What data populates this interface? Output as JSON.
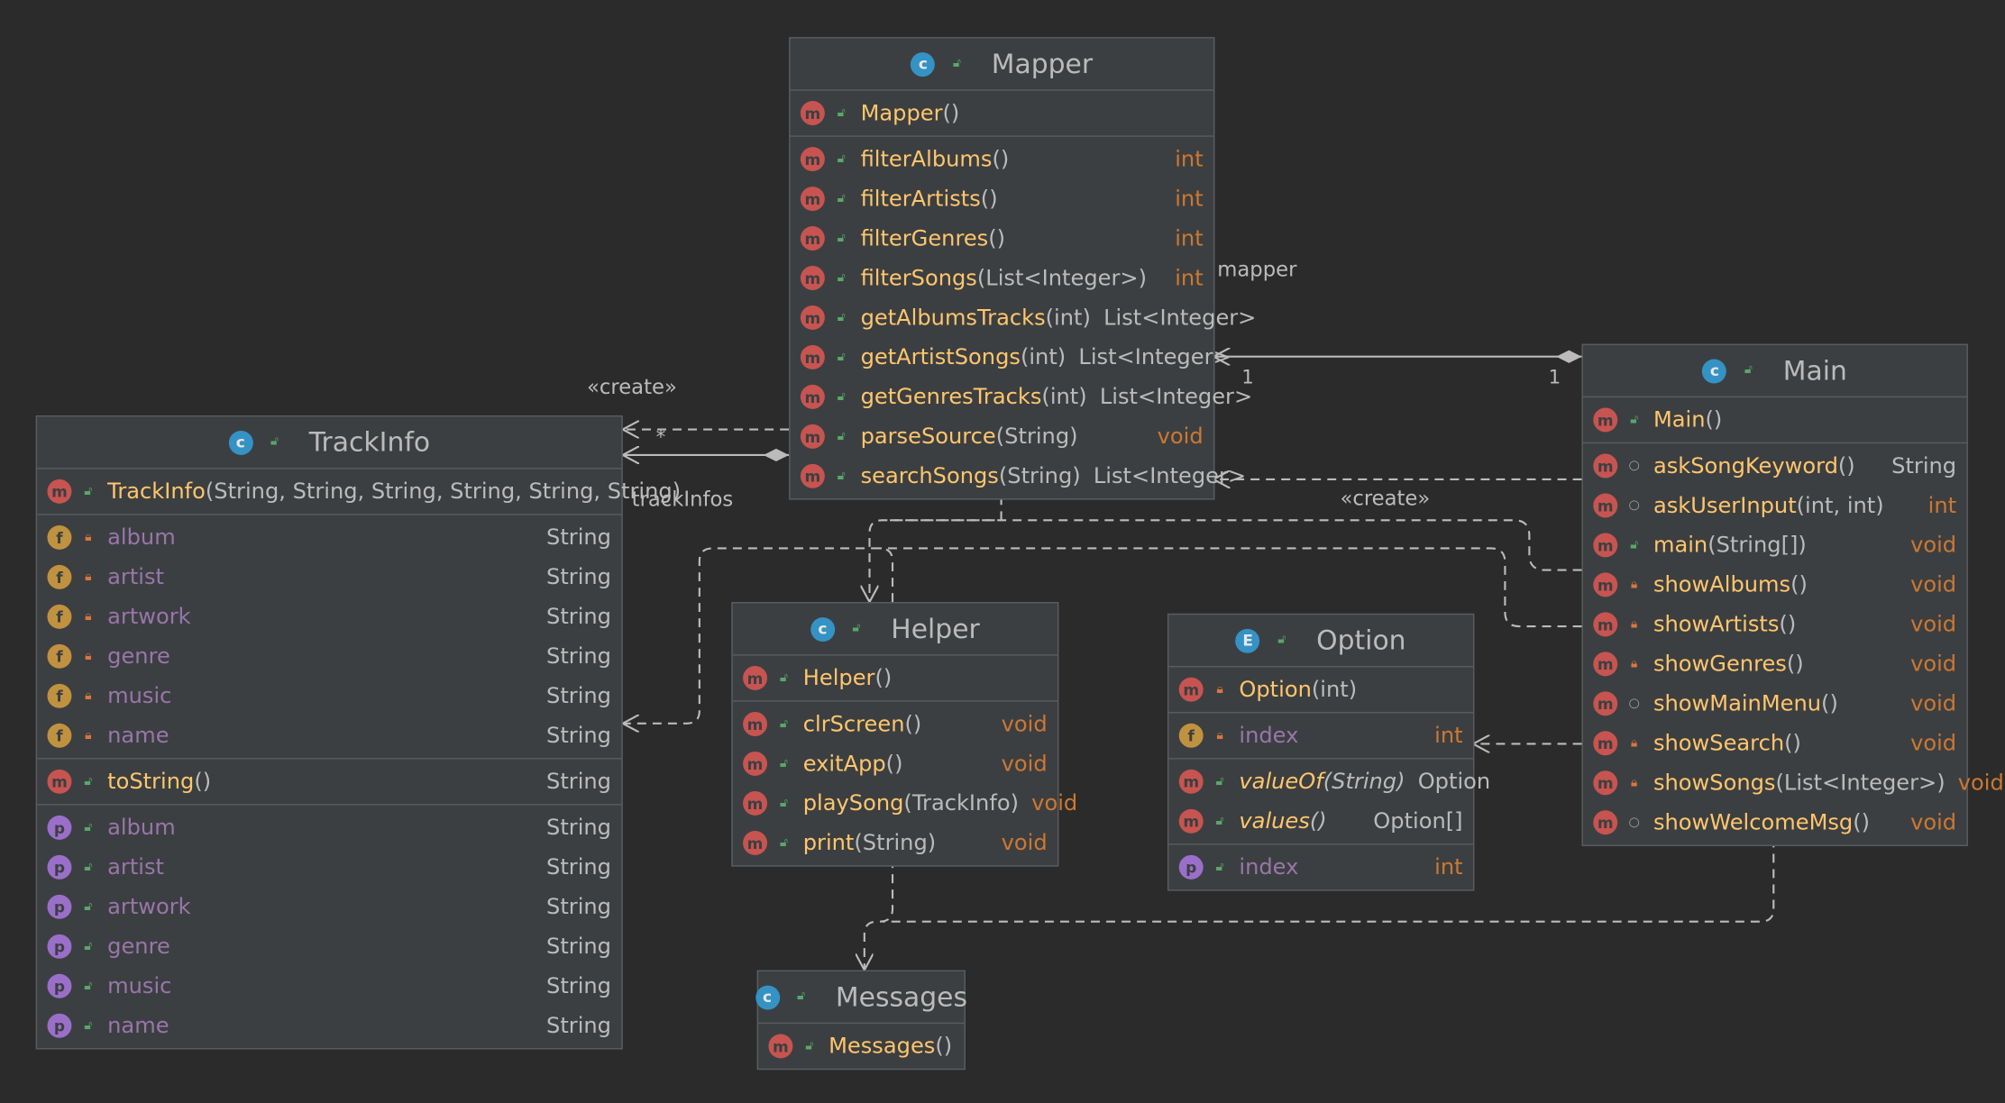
{
  "classes": {
    "mapper": {
      "name": "Mapper",
      "kind_icon": "class-icon",
      "constructors": [
        {
          "name": "Mapper",
          "params": "()"
        }
      ],
      "methods": [
        {
          "name": "filterAlbums",
          "params": "()",
          "type": "int"
        },
        {
          "name": "filterArtists",
          "params": "()",
          "type": "int"
        },
        {
          "name": "filterGenres",
          "params": "()",
          "type": "int"
        },
        {
          "name": "filterSongs",
          "params": "(List<Integer>)",
          "type": "int"
        },
        {
          "name": "getAlbumsTracks",
          "params": "(int)",
          "type": "List<Integer>"
        },
        {
          "name": "getArtistSongs",
          "params": "(int)",
          "type": "List<Integer>"
        },
        {
          "name": "getGenresTracks",
          "params": "(int)",
          "type": "List<Integer>"
        },
        {
          "name": "parseSource",
          "params": "(String)",
          "type": "void"
        },
        {
          "name": "searchSongs",
          "params": "(String)",
          "type": "List<Integer>"
        }
      ]
    },
    "trackinfo": {
      "name": "TrackInfo",
      "kind_icon": "class-icon",
      "constructors": [
        {
          "name": "TrackInfo",
          "params": "(String, String, String, String, String, String)"
        }
      ],
      "fields": [
        {
          "name": "album",
          "type": "String"
        },
        {
          "name": "artist",
          "type": "String"
        },
        {
          "name": "artwork",
          "type": "String"
        },
        {
          "name": "genre",
          "type": "String"
        },
        {
          "name": "music",
          "type": "String"
        },
        {
          "name": "name",
          "type": "String"
        }
      ],
      "methods": [
        {
          "name": "toString",
          "params": "()",
          "type": "String"
        }
      ],
      "properties": [
        {
          "name": "album",
          "type": "String"
        },
        {
          "name": "artist",
          "type": "String"
        },
        {
          "name": "artwork",
          "type": "String"
        },
        {
          "name": "genre",
          "type": "String"
        },
        {
          "name": "music",
          "type": "String"
        },
        {
          "name": "name",
          "type": "String"
        }
      ]
    },
    "helper": {
      "name": "Helper",
      "kind_icon": "class-icon",
      "constructors": [
        {
          "name": "Helper",
          "params": "()"
        }
      ],
      "methods": [
        {
          "name": "clrScreen",
          "params": "()",
          "type": "void"
        },
        {
          "name": "exitApp",
          "params": "()",
          "type": "void"
        },
        {
          "name": "playSong",
          "params": "(TrackInfo)",
          "type": "void"
        },
        {
          "name": "print",
          "params": "(String)",
          "type": "void"
        }
      ]
    },
    "option": {
      "name": "Option",
      "kind_icon": "enum-icon",
      "constructors": [
        {
          "name": "Option",
          "params": "(int)"
        }
      ],
      "fields": [
        {
          "name": "index",
          "type": "int"
        }
      ],
      "methods": [
        {
          "name": "valueOf",
          "params": "(String)",
          "type": "Option"
        },
        {
          "name": "values",
          "params": "()",
          "type": "Option[]"
        }
      ],
      "properties": [
        {
          "name": "index",
          "type": "int"
        }
      ]
    },
    "main": {
      "name": "Main",
      "kind_icon": "main-class-icon",
      "constructors": [
        {
          "name": "Main",
          "params": "()"
        }
      ],
      "methods": [
        {
          "name": "askSongKeyword",
          "params": "()",
          "type": "String"
        },
        {
          "name": "askUserInput",
          "params": "(int, int)",
          "type": "int"
        },
        {
          "name": "main",
          "params": "(String[])",
          "type": "void"
        },
        {
          "name": "showAlbums",
          "params": "()",
          "type": "void"
        },
        {
          "name": "showArtists",
          "params": "()",
          "type": "void"
        },
        {
          "name": "showGenres",
          "params": "()",
          "type": "void"
        },
        {
          "name": "showMainMenu",
          "params": "()",
          "type": "void"
        },
        {
          "name": "showSearch",
          "params": "()",
          "type": "void"
        },
        {
          "name": "showSongs",
          "params": "(List<Integer>)",
          "type": "void"
        },
        {
          "name": "showWelcomeMsg",
          "params": "()",
          "type": "void"
        }
      ]
    },
    "messages": {
      "name": "Messages",
      "kind_icon": "class-icon",
      "constructors": [
        {
          "name": "Messages",
          "params": "()"
        }
      ]
    }
  },
  "edge_labels": {
    "create_left": "«create»",
    "create_right": "«create»",
    "trackinfos": "trackInfos",
    "mapper": "mapper",
    "star": "*",
    "one_mapper": "1",
    "one_main": "1",
    "one_small": "1"
  },
  "colors": {
    "background": "#2b2b2b",
    "box": "#3c3f41",
    "method_name": "#ffc66d",
    "field_name": "#9876aa",
    "primitive_type": "#cc7832"
  }
}
